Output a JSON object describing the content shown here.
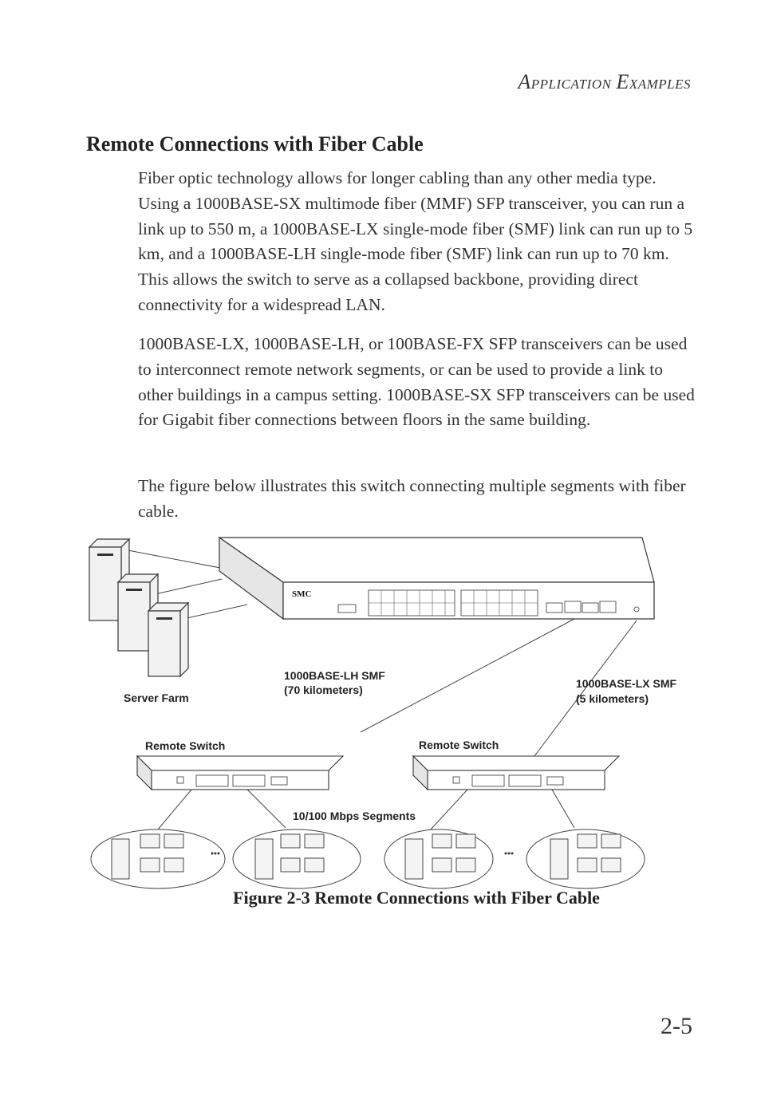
{
  "header": {
    "running_title": "Application Examples",
    "running_title_parts": {
      "cap1": "A",
      "rest1": "pplication",
      "cap2": "E",
      "rest2": "xamples"
    }
  },
  "section": {
    "title": "Remote Connections with Fiber Cable",
    "paragraphs": [
      "Fiber optic technology allows for longer cabling than any other media type. Using a 1000BASE-SX multimode fiber (MMF) SFP transceiver, you can run a link up to 550 m, a 1000BASE-LX single-mode fiber (SMF) link can run up to 5 km, and a 1000BASE-LH single-mode fiber (SMF) link can run up to 70 km. This allows the switch to serve as a collapsed backbone, providing direct connectivity for a widespread LAN.",
      "1000BASE-LX, 1000BASE-LH, or 100BASE-FX SFP transceivers can be used to interconnect remote network segments, or can be used to provide a link to other buildings in a campus setting. 1000BASE-SX SFP transceivers can be used for Gigabit fiber connections between floors in the same building.",
      "The figure below illustrates this switch connecting multiple segments with fiber cable."
    ]
  },
  "figure": {
    "labels": {
      "server_farm": "Server Farm",
      "lh_link_line1": "1000BASE-LH SMF",
      "lh_link_line2": "(70 kilometers)",
      "lx_link_line1": "1000BASE-LX SMF",
      "lx_link_line2": "(5 kilometers)",
      "remote_switch_left": "Remote Switch",
      "remote_switch_right": "Remote Switch",
      "segments": "10/100 Mbps Segments",
      "switch_brand": "SMC"
    },
    "caption": "Figure 2-3  Remote Connections with Fiber Cable"
  },
  "page_number": "2-5"
}
